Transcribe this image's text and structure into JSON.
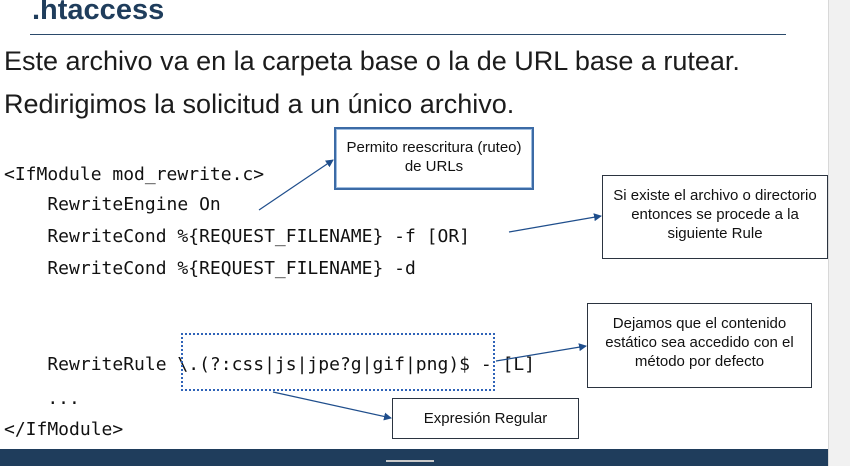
{
  "slide": {
    "title": ".htaccess",
    "body_lines": [
      "Este archivo va en la carpeta base o la de URL base a rutear.",
      "Redirigimos la solicitud a un único archivo."
    ],
    "code_lines": [
      "<IfModule mod_rewrite.c>",
      "    RewriteEngine On",
      "    RewriteCond %{REQUEST_FILENAME} -f [OR]",
      "    RewriteCond %{REQUEST_FILENAME} -d",
      "    RewriteRule \\.(?:css|js|jpe?g|gif|png)$ - [L]",
      "    ...",
      "</IfModule>"
    ],
    "callouts": {
      "rewrite": "Permito reescritura (ruteo) de URLs",
      "cond": "Si existe el archivo o directorio entonces se procede a la siguiente Rule",
      "static": "Dejamos que el contenido estático sea accedido con el método por defecto",
      "regex": "Expresión Regular"
    }
  },
  "colors": {
    "title": "#1f3d5c",
    "accent_blue": "#2f63b8",
    "footer_bar": "#1f3d5c"
  }
}
